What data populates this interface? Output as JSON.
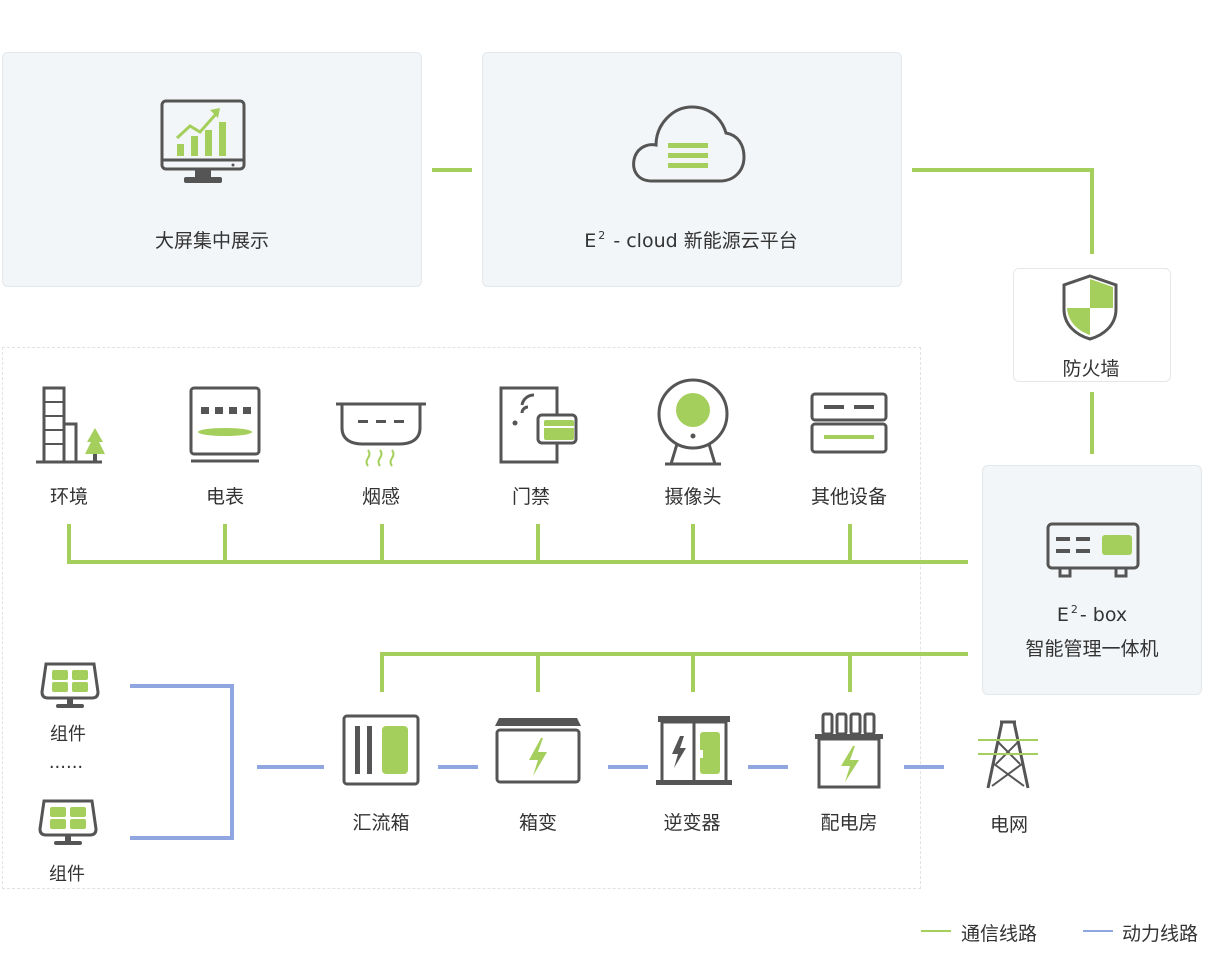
{
  "colors": {
    "comm_line": "#a5cf5c",
    "power_line": "#8fa6e0",
    "icon_stroke": "#555555",
    "icon_fill": "#a5cf5c",
    "panel_bg": "#f3f6f8"
  },
  "cloud": {
    "big_screen_label": "大屏集中展示",
    "platform_label_prefix": "E",
    "platform_label_sup": "2",
    "platform_label_suffix": " - cloud 新能源云平台"
  },
  "firewall": {
    "label": "防火墙"
  },
  "ebox": {
    "label_prefix": "E",
    "label_sup": "2",
    "label_suffix": "- box",
    "subtitle": "智能管理一体机"
  },
  "sensors": [
    {
      "label": "环境",
      "icon": "building-tree-icon"
    },
    {
      "label": "电表",
      "icon": "meter-icon"
    },
    {
      "label": "烟感",
      "icon": "smoke-detector-icon"
    },
    {
      "label": "门禁",
      "icon": "access-control-icon"
    },
    {
      "label": "摄像头",
      "icon": "camera-icon"
    },
    {
      "label": "其他设备",
      "icon": "device-icon"
    }
  ],
  "power_chain": [
    {
      "label": "汇流箱",
      "icon": "combiner-box-icon"
    },
    {
      "label": "箱变",
      "icon": "box-transformer-icon"
    },
    {
      "label": "逆变器",
      "icon": "inverter-icon"
    },
    {
      "label": "配电房",
      "icon": "distribution-room-icon"
    },
    {
      "label": "电网",
      "icon": "power-tower-icon"
    }
  ],
  "modules": {
    "top_label": "组件",
    "ellipsis": "......",
    "bottom_label": "组件"
  },
  "legend": {
    "comm_label": "通信线路",
    "power_label": "动力线路"
  }
}
